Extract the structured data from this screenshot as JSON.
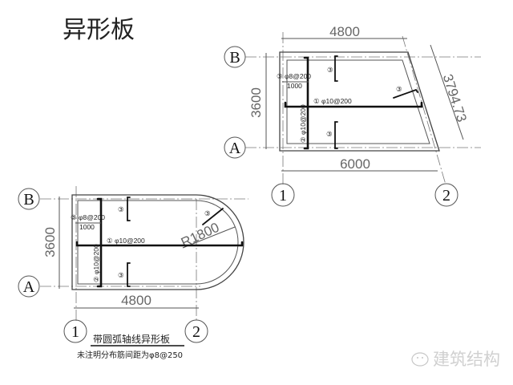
{
  "title": "异形板",
  "top_plan": {
    "axes": {
      "B": "B",
      "A": "A",
      "one": "1",
      "two": "2"
    },
    "dims": {
      "top": "4800",
      "left": "3600",
      "bottom": "6000",
      "slanted": "3794.73"
    },
    "rebar_1": "① φ10@200",
    "rebar_2": "② φ10@200",
    "rebar_3": "③ φ8@200",
    "length_1000": "1000",
    "mark_3": "③"
  },
  "bottom_plan": {
    "axes": {
      "B": "B",
      "A": "A",
      "one": "1",
      "two": "2"
    },
    "dims": {
      "left": "3600",
      "bottom": "4800",
      "radius": "R1800"
    },
    "rebar_1": "① φ10@200",
    "rebar_2": "② φ10@200",
    "rebar_3": "③ φ8@200",
    "length_1000": "1000",
    "mark_3": "③",
    "caption": "带圆弧轴线异形板",
    "note": "未注明分布筋间距为φ8@250"
  },
  "watermark": "建筑结构"
}
